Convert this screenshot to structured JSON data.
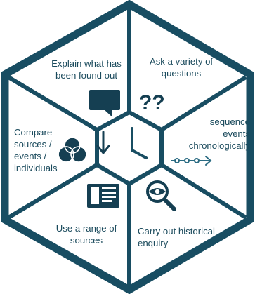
{
  "segments": [
    {
      "id": "explain",
      "lines": [
        "Explain what has",
        "been found out"
      ],
      "icon": "speech-bubble-icon"
    },
    {
      "id": "questions",
      "lines": [
        "Ask a variety of",
        "questions"
      ],
      "icon": "question-marks-icon"
    },
    {
      "id": "sequence",
      "lines": [
        "sequence",
        "events",
        "chronologically"
      ],
      "icon": "timeline-arrow-icon"
    },
    {
      "id": "enquiry",
      "lines": [
        "Carry out historical",
        "enquiry"
      ],
      "icon": "magnifier-eye-icon"
    },
    {
      "id": "sources",
      "lines": [
        "Use a range of",
        "sources"
      ],
      "icon": "documents-icon"
    },
    {
      "id": "compare",
      "lines": [
        "Compare",
        "sources /",
        "events /",
        "individuals"
      ],
      "icon": "venn-circles-icon"
    }
  ],
  "center": {
    "icon": "clock-icon",
    "secondary_icon": "down-arrow-icon"
  },
  "colors": {
    "frame": "#184d62",
    "fill": "#ffffff",
    "text": "#1a4a5c",
    "icon": "#153f52"
  }
}
